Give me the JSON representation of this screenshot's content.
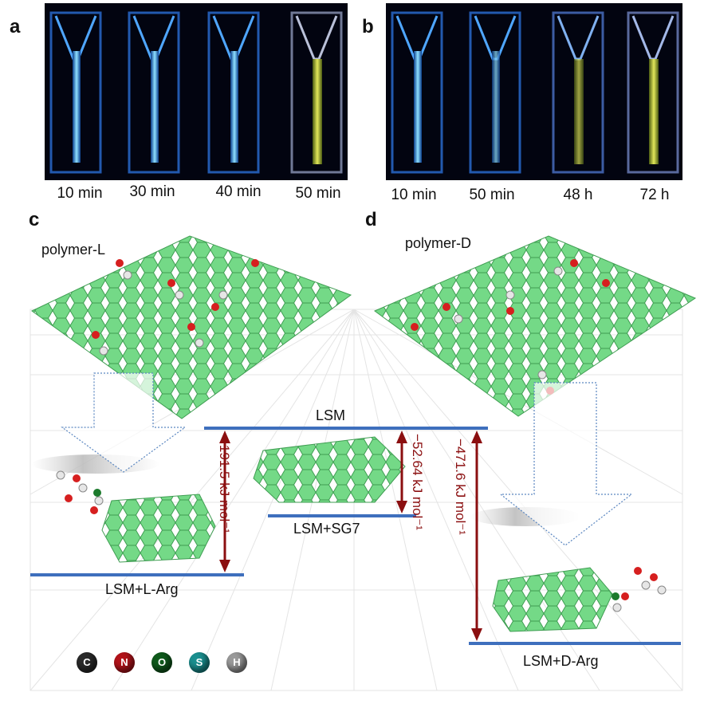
{
  "panels": {
    "a": {
      "letter": "a",
      "captions": [
        "10 min",
        "30 min",
        "40 min",
        "50 min"
      ]
    },
    "b": {
      "letter": "b",
      "captions": [
        "10 min",
        "50 min",
        "48 h",
        "72 h"
      ]
    },
    "c": {
      "letter": "c",
      "sheet_label": "polymer-L"
    },
    "d": {
      "letter": "d",
      "sheet_label": "polymer-D"
    }
  },
  "levels": {
    "lsm": "LSM",
    "lsm_sg7": "LSM+SG7",
    "lsm_l_arg": "LSM+L-Arg",
    "lsm_d_arg": "LSM+D-Arg"
  },
  "energies": {
    "l_arg": "−191.5 kJ mol⁻¹",
    "sg7": "−52.64 kJ mol⁻¹",
    "d_arg": "−471.6 kJ mol⁻¹"
  },
  "legend": [
    {
      "symbol": "C",
      "color": "#2a2a2a"
    },
    {
      "symbol": "N",
      "color": "#b3131a"
    },
    {
      "symbol": "O",
      "color": "#0f5a1c"
    },
    {
      "symbol": "S",
      "color": "#1a8f8f"
    },
    {
      "symbol": "H",
      "color": "#9a9a9a"
    }
  ],
  "colors": {
    "level_line": "#3e6fbd",
    "arrow": "#8b0f10",
    "hexagon": "#6fd37e",
    "glow_blue": "#8fd6ff",
    "glow_yellow": "#d9df48"
  }
}
